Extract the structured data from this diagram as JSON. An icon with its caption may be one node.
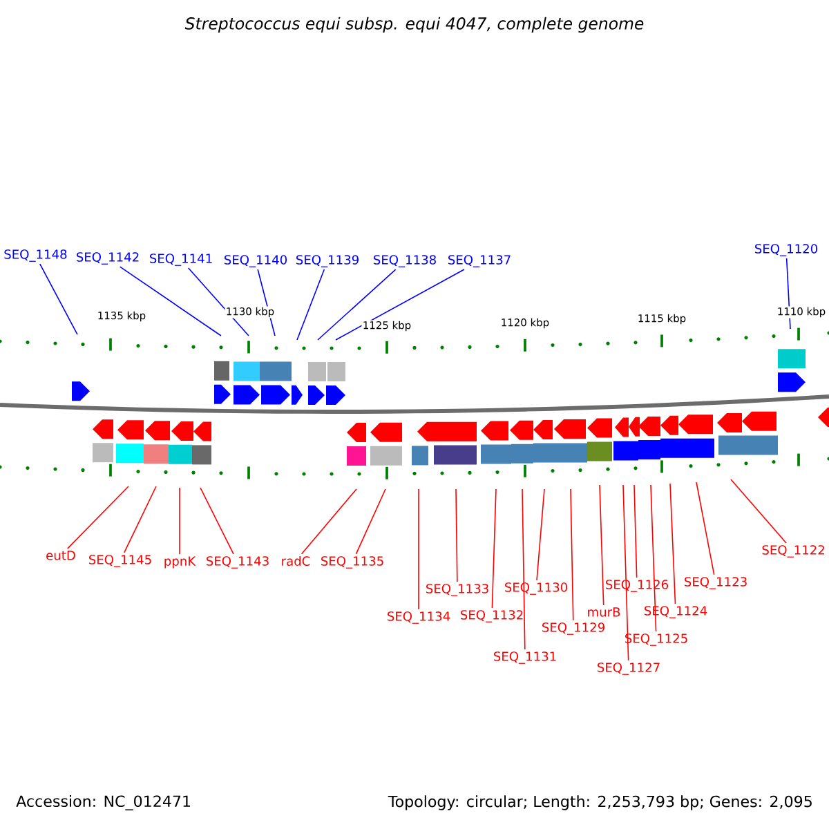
{
  "diagram": {
    "title": "Streptococcus equi subsp. equi 4047, complete genome",
    "nodes": [
      {
        "text": [
          "SEQ_1148"
        ]
      },
      {
        "text": [
          "SEQ_1142"
        ]
      },
      {
        "text": [
          "SEQ_1141"
        ]
      },
      {
        "text": [
          "SEQ_1140"
        ]
      },
      {
        "text": [
          "SEQ_1139"
        ]
      },
      {
        "text": [
          "SEQ_1138"
        ]
      },
      {
        "text": [
          "SEQ_1137"
        ]
      },
      {
        "text": [
          "SEQ_1120"
        ]
      },
      {
        "text": [
          "eutD"
        ]
      },
      {
        "text": [
          "SEQ_1145"
        ]
      },
      {
        "text": [
          "ppnK"
        ]
      },
      {
        "text": [
          "SEQ_1143"
        ]
      },
      {
        "text": [
          "radC"
        ]
      },
      {
        "text": [
          "SEQ_1135"
        ]
      },
      {
        "text": [
          "SEQ_1134"
        ]
      },
      {
        "text": [
          "SEQ_1133"
        ]
      },
      {
        "text": [
          "SEQ_1132"
        ]
      },
      {
        "text": [
          "SEQ_1131"
        ]
      },
      {
        "text": [
          "SEQ_1130"
        ]
      },
      {
        "text": [
          "SEQ_1129"
        ]
      },
      {
        "text": [
          "murB"
        ]
      },
      {
        "text": [
          "SEQ_1127"
        ]
      },
      {
        "text": [
          "SEQ_1126"
        ]
      },
      {
        "text": [
          "SEQ_1125"
        ]
      },
      {
        "text": [
          "SEQ_1124"
        ]
      },
      {
        "text": [
          "SEQ_1123"
        ]
      },
      {
        "text": [
          "SEQ_1122"
        ]
      }
    ],
    "edges": [
      {
        "from": 0,
        "to": null,
        "arrow": "none",
        "color": "#0000ff"
      },
      {
        "from": 1,
        "to": null,
        "arrow": "none",
        "color": "#0000ff"
      },
      {
        "from": 2,
        "to": null,
        "arrow": "none",
        "color": "#0000ff"
      },
      {
        "from": 3,
        "to": null,
        "arrow": "none",
        "color": "#0000ff"
      },
      {
        "from": 4,
        "to": null,
        "arrow": "none",
        "color": "#0000ff"
      },
      {
        "from": 5,
        "to": null,
        "arrow": "none",
        "color": "#0000ff"
      },
      {
        "from": 6,
        "to": null,
        "arrow": "none",
        "color": "#0000ff"
      },
      {
        "from": 7,
        "to": null,
        "arrow": "none",
        "color": "#0000ff"
      },
      {
        "from": 8,
        "to": null,
        "arrow": "none"
      },
      {
        "from": 9,
        "to": null,
        "arrow": "none"
      },
      {
        "from": 10,
        "to": null,
        "arrow": "none"
      },
      {
        "from": 11,
        "to": null,
        "arrow": "none"
      },
      {
        "from": 12,
        "to": null,
        "arrow": "none"
      },
      {
        "from": 13,
        "to": null,
        "arrow": "none"
      },
      {
        "from": 14,
        "to": null,
        "arrow": "none"
      },
      {
        "from": 15,
        "to": null,
        "arrow": "none"
      },
      {
        "from": 16,
        "to": null,
        "arrow": "none"
      },
      {
        "from": 17,
        "to": null,
        "arrow": "none"
      },
      {
        "from": 18,
        "to": null,
        "arrow": "none"
      },
      {
        "from": 19,
        "to": null,
        "arrow": "none"
      },
      {
        "from": 20,
        "to": null,
        "arrow": "none"
      },
      {
        "from": 21,
        "to": null,
        "arrow": "none"
      },
      {
        "from": 22,
        "to": null,
        "arrow": "none"
      },
      {
        "from": 23,
        "to": null,
        "arrow": "none"
      },
      {
        "from": 24,
        "to": null,
        "arrow": "none"
      },
      {
        "from": 25,
        "to": null,
        "arrow": "none"
      },
      {
        "from": 26,
        "to": null,
        "arrow": "none"
      }
    ],
    "labels": [
      "1135 kbp",
      "1130 kbp",
      "1125 kbp",
      "1120 kbp",
      "1115 kbp",
      "1110 kbp",
      "Accession: NC_012471",
      "Topology: circular; Length: 2,253,793 bp; Genes: 2,095"
    ]
  }
}
